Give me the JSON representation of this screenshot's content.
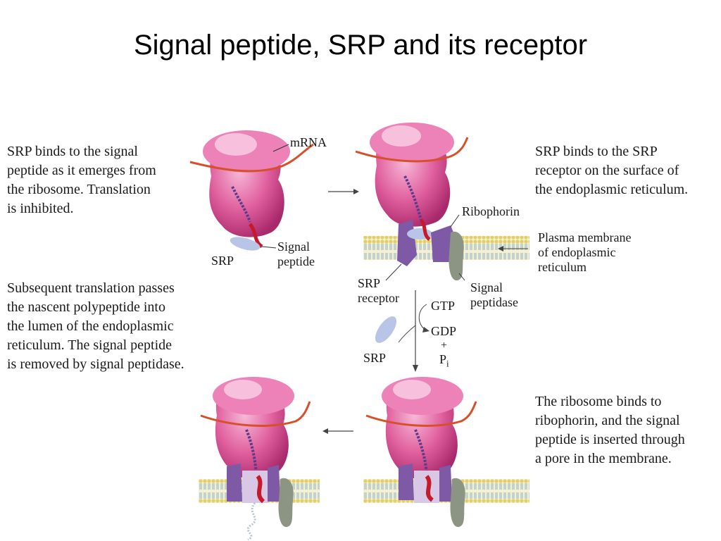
{
  "title": "Signal peptide, SRP and its receptor",
  "captions": {
    "step1": "SRP binds to the signal\npeptide as it emerges from\nthe ribosome. Translation\nis inhibited.",
    "step2": "SRP binds to the SRP\nreceptor on the surface of\nthe endoplasmic reticulum.",
    "step3": "The ribosome binds to\nribophorin, and the signal\npeptide is inserted through\na pore in the membrane.",
    "step4": "Subsequent translation passes\nthe nascent polypeptide into\nthe lumen of the endoplasmic\nreticulum. The signal peptide\nis removed by signal peptidase."
  },
  "labels": {
    "mrna": "mRNA",
    "srp_top": "SRP",
    "signal_peptide": "Signal\npeptide",
    "ribophorin": "Ribophorin",
    "plasma_membrane": "Plasma membrane\nof endoplasmic\nreticulum",
    "srp_receptor": "SRP\nreceptor",
    "signal_peptidase": "Signal\npeptidase",
    "gtp": "GTP",
    "gdp": "GDP",
    "plus": "+",
    "pi": "P",
    "pi_sub": "i",
    "srp_released": "SRP"
  },
  "colors": {
    "ribosome": "#e0609e",
    "ribosome_light": "#f2a6cc",
    "ribosome_dark": "#b8337a",
    "mrna": "#d8502a",
    "peptide": "#c41a2a",
    "polypeptide": "#5a3a8a",
    "srp": "#b9c5e6",
    "receptor": "#7e5aa6",
    "peptidase": "#8c9484",
    "membrane_head": "#e7d77a",
    "membrane_tail": "#9ec4d8"
  }
}
